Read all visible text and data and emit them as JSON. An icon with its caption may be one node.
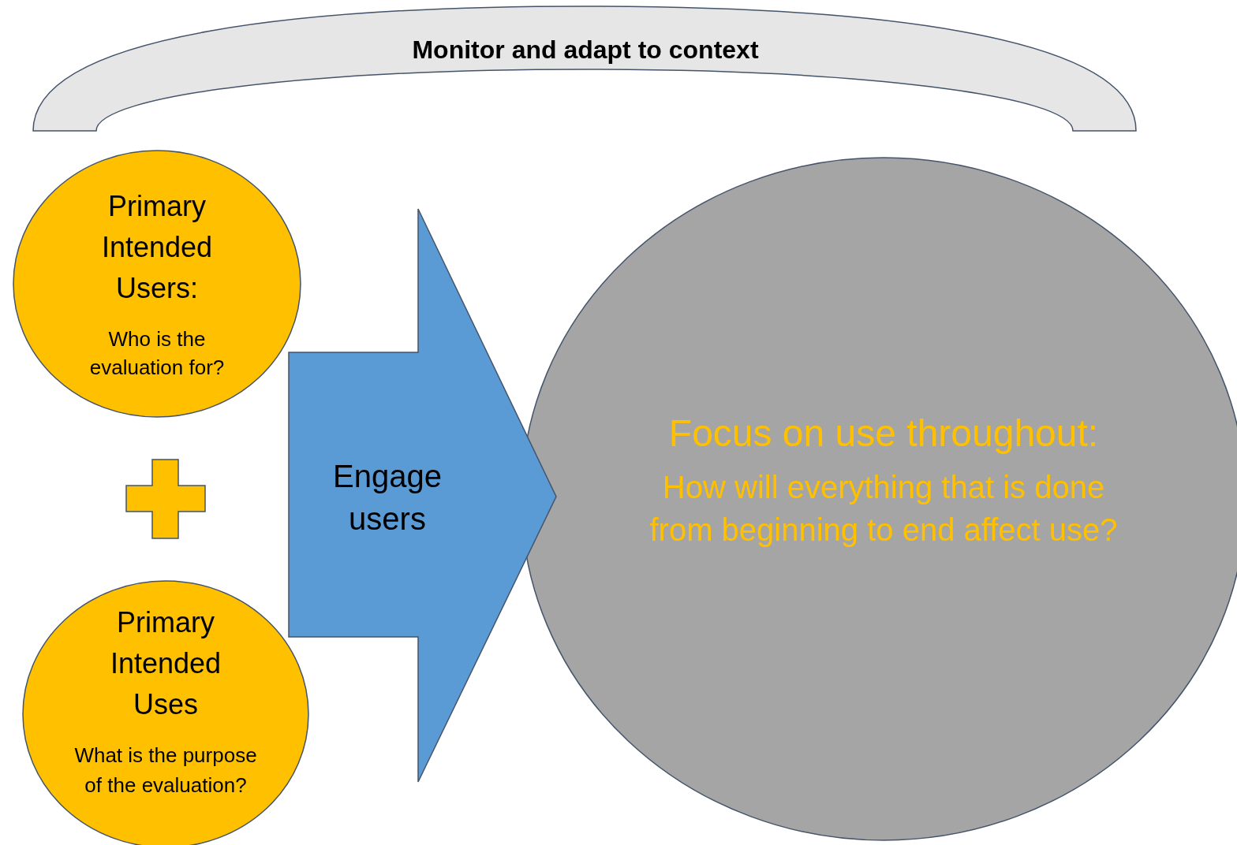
{
  "diagram": {
    "nodes": [
      {
        "text": [
          "Monitor and adapt to context"
        ]
      },
      {
        "text": [
          "Primary Intended Users:",
          "Who is the evaluation for?"
        ]
      },
      {
        "text": [
          "Primary Intended Uses",
          "What is the purpose of the evaluation?"
        ]
      },
      {
        "text": [
          "Engage users"
        ]
      },
      {
        "text": [
          "Focus on use throughout:",
          "How will everything that is done from beginning to end affect use?"
        ]
      }
    ]
  }
}
